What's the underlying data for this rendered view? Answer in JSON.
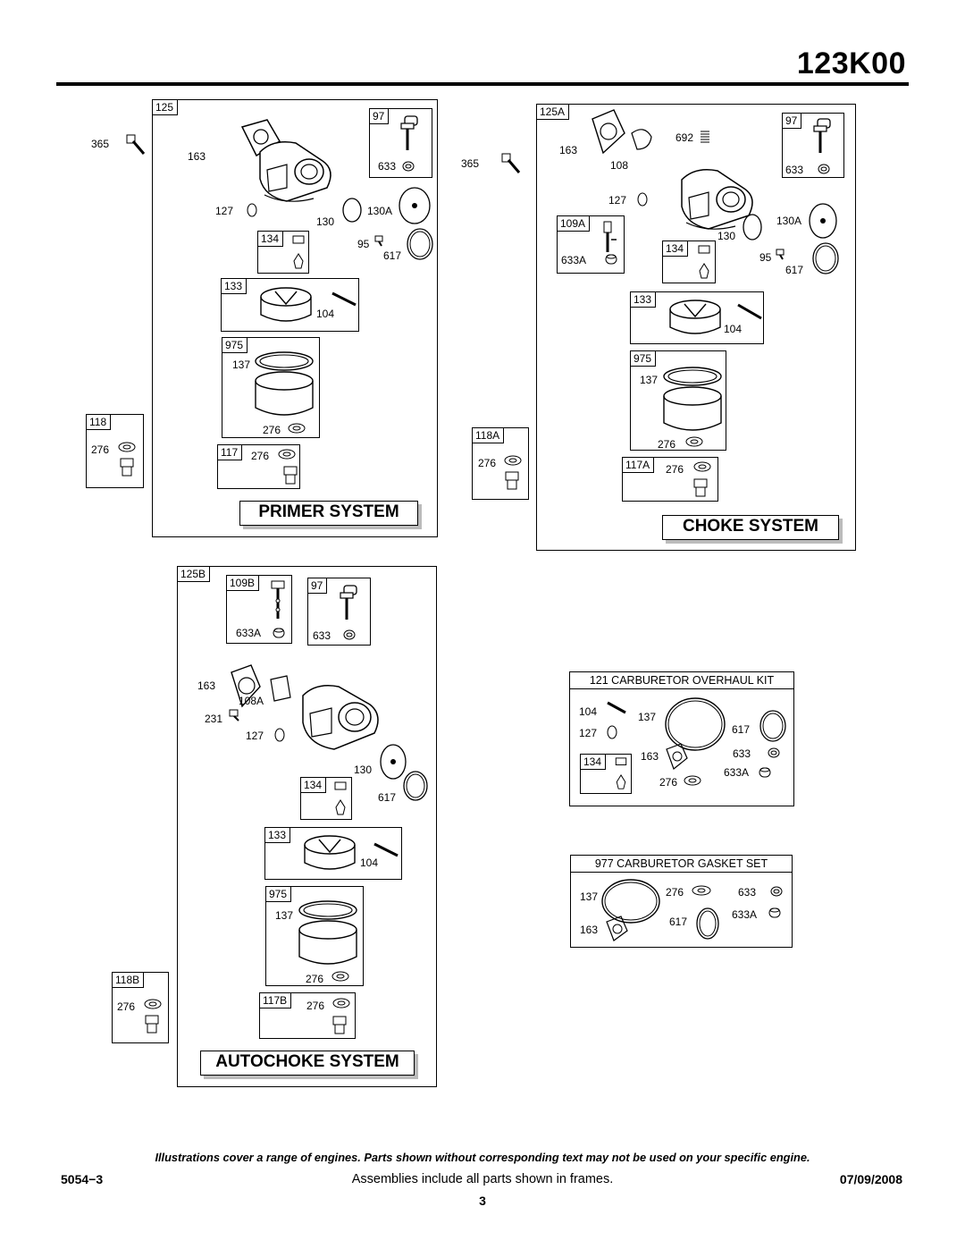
{
  "header": {
    "model": "123K00"
  },
  "primer": {
    "title": "PRIMER SYSTEM",
    "frame_label": "125",
    "labels": {
      "p365": "365",
      "p163": "163",
      "p97": "97",
      "p633": "633",
      "p127": "127",
      "p130": "130",
      "p130a": "130A",
      "p134": "134",
      "p95": "95",
      "p617": "617",
      "p133": "133",
      "p104": "104",
      "p975": "975",
      "p137": "137",
      "p276a": "276",
      "p117": "117",
      "p276b": "276",
      "p118": "118",
      "p276c": "276"
    }
  },
  "choke": {
    "title": "CHOKE SYSTEM",
    "frame_label": "125A",
    "labels": {
      "p365": "365",
      "p163": "163",
      "p692": "692",
      "p108": "108",
      "p97": "97",
      "p633": "633",
      "p127": "127",
      "p109a": "109A",
      "p633a": "633A",
      "p130": "130",
      "p130a": "130A",
      "p134": "134",
      "p95": "95",
      "p617": "617",
      "p133": "133",
      "p104": "104",
      "p975": "975",
      "p137": "137",
      "p276a": "276",
      "p117a": "117A",
      "p276b": "276",
      "p118a": "118A",
      "p276c": "276"
    }
  },
  "autochoke": {
    "title": "AUTOCHOKE SYSTEM",
    "frame_label": "125B",
    "labels": {
      "p109b": "109B",
      "p633a": "633A",
      "p97": "97",
      "p633": "633",
      "p163": "163",
      "p108a": "108A",
      "p231": "231",
      "p127": "127",
      "p130": "130",
      "p134": "134",
      "p617": "617",
      "p133": "133",
      "p104": "104",
      "p975": "975",
      "p137": "137",
      "p276a": "276",
      "p117b": "117B",
      "p276b": "276",
      "p118b": "118B",
      "p276c": "276"
    }
  },
  "overhaul_kit": {
    "title": "121 CARBURETOR OVERHAUL KIT",
    "labels": {
      "p104": "104",
      "p137": "137",
      "p617": "617",
      "p127": "127",
      "p134": "134",
      "p163": "163",
      "p633": "633",
      "p633a": "633A",
      "p276": "276"
    }
  },
  "gasket_set": {
    "title": "977 CARBURETOR GASKET SET",
    "labels": {
      "p137": "137",
      "p276": "276",
      "p633": "633",
      "p633a": "633A",
      "p617": "617",
      "p163": "163"
    }
  },
  "footer": {
    "note": "Illustrations cover a range of engines. Parts shown without corresponding text may not be used on your specific engine.",
    "doc_number": "5054−3",
    "assemblies": "Assemblies include all parts shown in frames.",
    "date": "07/09/2008",
    "page": "3"
  }
}
